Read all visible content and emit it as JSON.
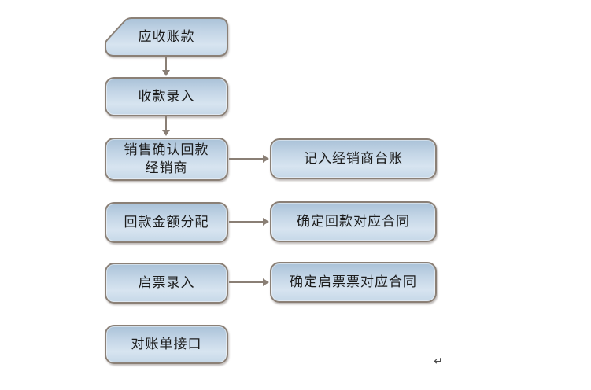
{
  "diagram": {
    "title": "",
    "nodes": {
      "receivables": {
        "label": "应收账款",
        "shape": "card"
      },
      "payment_entry": {
        "label": "收款录入",
        "shape": "rounded-rect"
      },
      "sales_confirm": {
        "label": "销售确认回款\n经销商",
        "shape": "rounded-rect"
      },
      "dealer_ledger": {
        "label": "记入经销商台账",
        "shape": "rounded-rect"
      },
      "amount_allocation": {
        "label": "回款金额分配",
        "shape": "rounded-rect"
      },
      "payment_contract": {
        "label": "确定回款对应合同",
        "shape": "rounded-rect"
      },
      "invoice_entry": {
        "label": "启票录入",
        "shape": "rounded-rect"
      },
      "invoice_contract": {
        "label": "确定启票票对应合同",
        "shape": "rounded-rect"
      },
      "statement_interface": {
        "label": "对账单接口",
        "shape": "rounded-rect"
      }
    },
    "edges": [
      {
        "from": "receivables",
        "to": "payment_entry",
        "direction": "down"
      },
      {
        "from": "payment_entry",
        "to": "sales_confirm",
        "direction": "down"
      },
      {
        "from": "sales_confirm",
        "to": "dealer_ledger",
        "direction": "right"
      },
      {
        "from": "amount_allocation",
        "to": "payment_contract",
        "direction": "right"
      },
      {
        "from": "invoice_entry",
        "to": "invoice_contract",
        "direction": "right"
      }
    ],
    "paragraph_mark": "↵",
    "colors": {
      "node_fill_top": "#aac2d8",
      "node_fill_mid": "#d7e4f0",
      "node_fill_bottom": "#c6d8e8",
      "node_border": "#8b8076",
      "arrow": "#8a7f75",
      "text": "#1c1c1c",
      "background": "#ffffff"
    }
  }
}
